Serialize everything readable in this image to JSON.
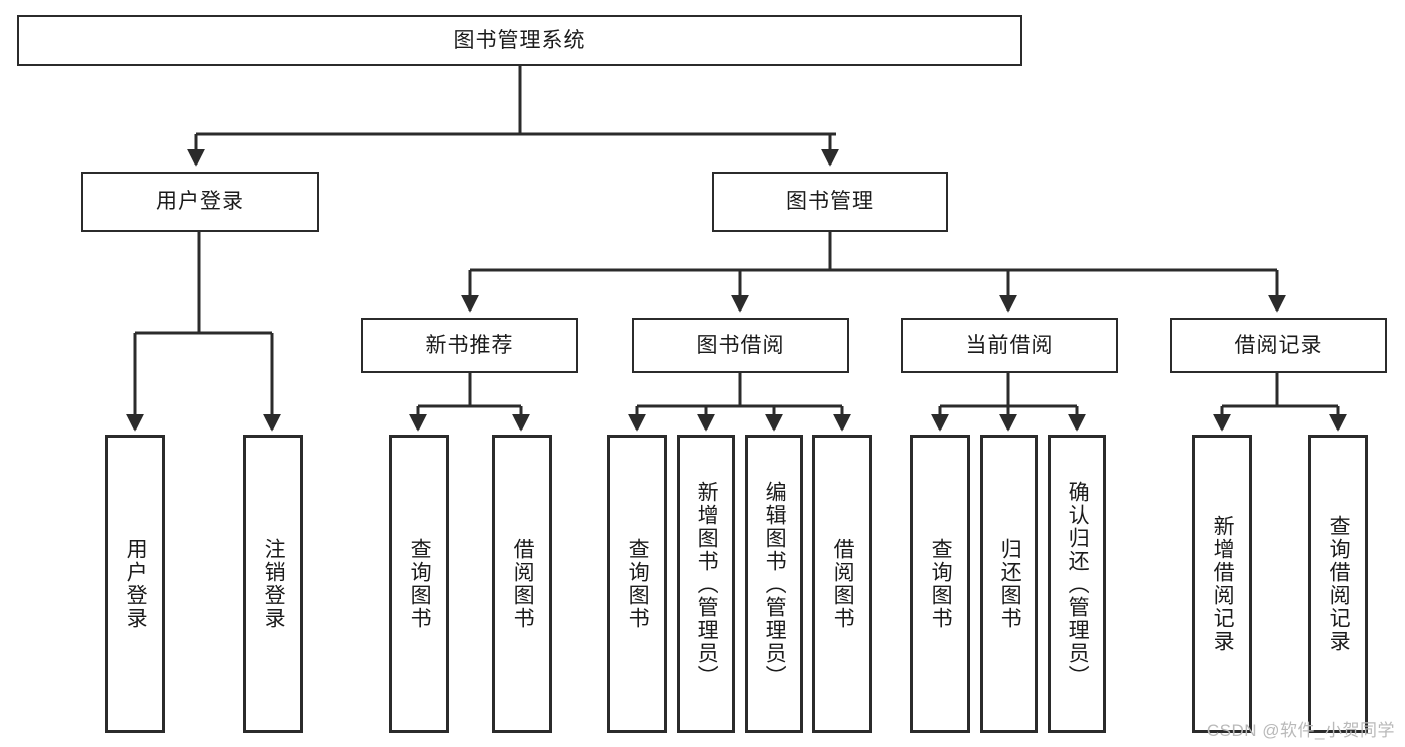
{
  "diagram": {
    "title": "图书管理系统",
    "type": "tree-hierarchy-diagram",
    "colors": {
      "stroke": "#2b2b2b",
      "fill": "#ffffff",
      "text": "#1b1b1b",
      "watermark": "#b9b9b9"
    },
    "nodes": {
      "root": {
        "label": "图书管理系统"
      },
      "level2": [
        {
          "label": "用户登录"
        },
        {
          "label": "图书管理"
        }
      ],
      "level3": [
        {
          "label": "新书推荐"
        },
        {
          "label": "图书借阅"
        },
        {
          "label": "当前借阅"
        },
        {
          "label": "借阅记录"
        }
      ],
      "leaves": {
        "user_login": [
          {
            "label": "用户登录"
          },
          {
            "label": "注销登录"
          }
        ],
        "new_book": [
          {
            "label": "查询图书"
          },
          {
            "label": "借阅图书"
          }
        ],
        "book_borrow": [
          {
            "label": "查询图书"
          },
          {
            "label": "新增图书（管理员）"
          },
          {
            "label": "编辑图书（管理员）"
          },
          {
            "label": "借阅图书"
          }
        ],
        "current_borrow": [
          {
            "label": "查询图书"
          },
          {
            "label": "归还图书"
          },
          {
            "label": "确认归还（管理员）"
          }
        ],
        "borrow_record": [
          {
            "label": "新增借阅记录"
          },
          {
            "label": "查询借阅记录"
          }
        ]
      }
    },
    "watermark": "CSDN @软件_小贺同学"
  }
}
